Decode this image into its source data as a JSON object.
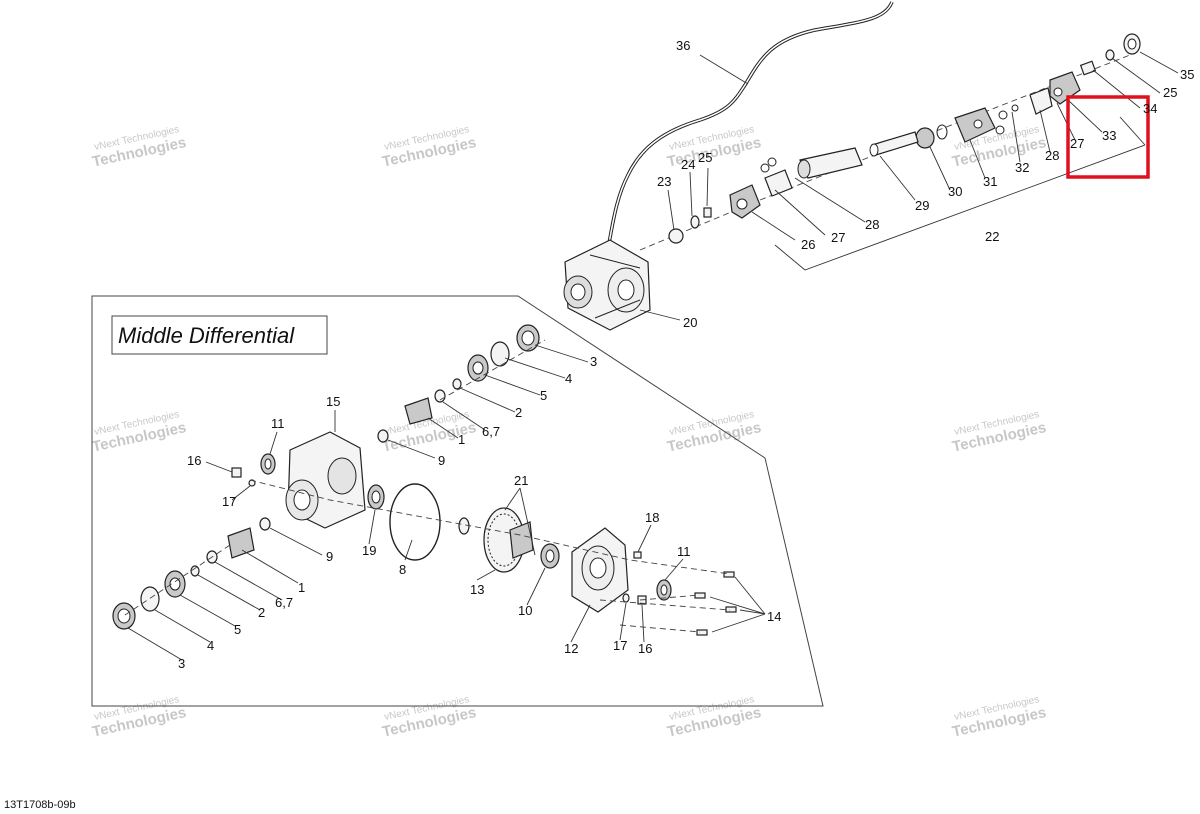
{
  "diagram": {
    "section_title": "Middle Differential",
    "reference_code": "13T1708b-09b",
    "highlight_color": "#e0101e",
    "watermark": {
      "line1": "vNext Technologies",
      "line2": "Technologies"
    },
    "part_labels": {
      "p36": "36",
      "p35": "35",
      "p25a": "25",
      "p34": "34",
      "p33": "33",
      "p27a": "27",
      "p28a": "28",
      "p32": "32",
      "p31": "31",
      "p30": "30",
      "p29": "29",
      "p28b": "28",
      "p27b": "27",
      "p26": "26",
      "p25b": "25",
      "p24": "24",
      "p23": "23",
      "p22": "22",
      "p20": "20",
      "m3a": "3",
      "m4a": "4",
      "m5a": "5",
      "m2a": "2",
      "m67a": "6,7",
      "m1a": "1",
      "m9a": "9",
      "m15": "15",
      "m11a": "11",
      "m16a": "16",
      "m17a": "17",
      "m21": "21",
      "m18": "18",
      "m11b": "11",
      "m19": "19",
      "m8": "8",
      "m9b": "9",
      "m1b": "1",
      "m67b": "6,7",
      "m2b": "2",
      "m5b": "5",
      "m4b": "4",
      "m3b": "3",
      "m13": "13",
      "m10": "10",
      "m12": "12",
      "m17b": "17",
      "m16b": "16",
      "m14": "14"
    }
  }
}
